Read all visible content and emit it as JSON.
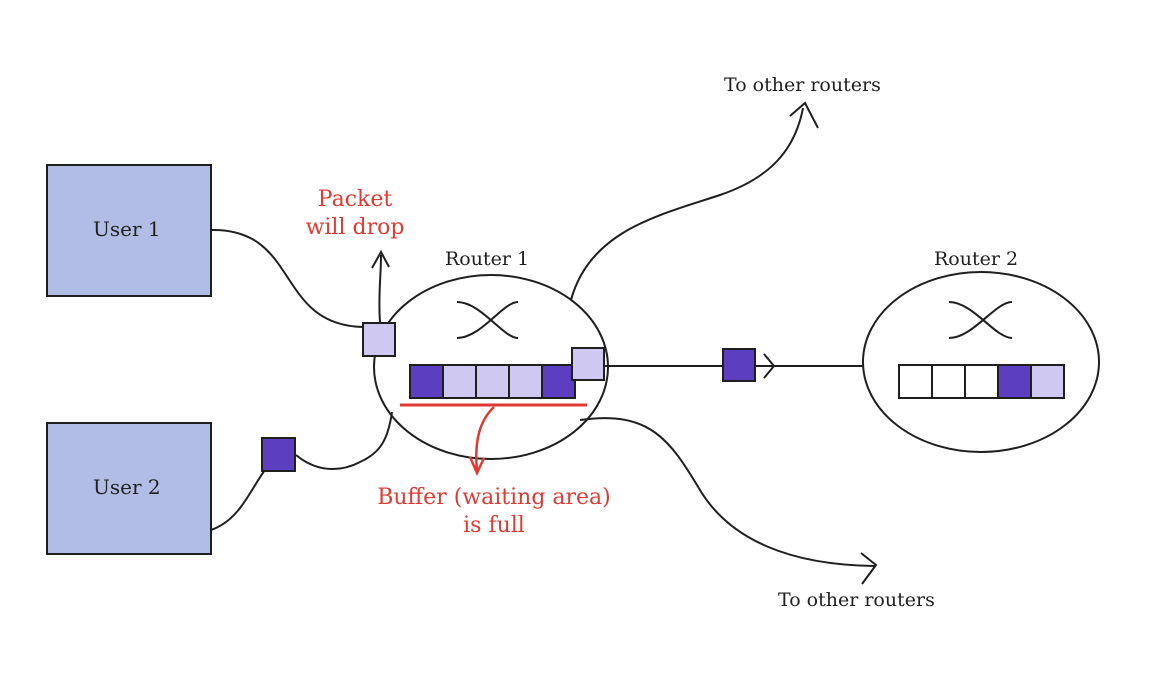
{
  "users": [
    {
      "label": "User 1"
    },
    {
      "label": "User 2"
    }
  ],
  "routers": [
    {
      "label": "Router 1"
    },
    {
      "label": "Router 2"
    }
  ],
  "annotations": {
    "packet_drop": [
      "Packet",
      "will drop"
    ],
    "buffer_full": [
      "Buffer (waiting area)",
      "is full"
    ]
  },
  "destinations": {
    "top": "To other routers",
    "bottom": "To other routers"
  },
  "colors": {
    "user_box_fill": "#b2bde6",
    "packet_dark": "#5b3fc0",
    "packet_light": "#cfc9f2",
    "packet_empty": "#ffffff",
    "alert_red": "#e03a32",
    "stroke": "#1f1f1f"
  },
  "buffers": {
    "router1": [
      "dark",
      "light",
      "light",
      "light",
      "dark"
    ],
    "router2": [
      "empty",
      "empty",
      "empty",
      "dark",
      "light"
    ]
  }
}
